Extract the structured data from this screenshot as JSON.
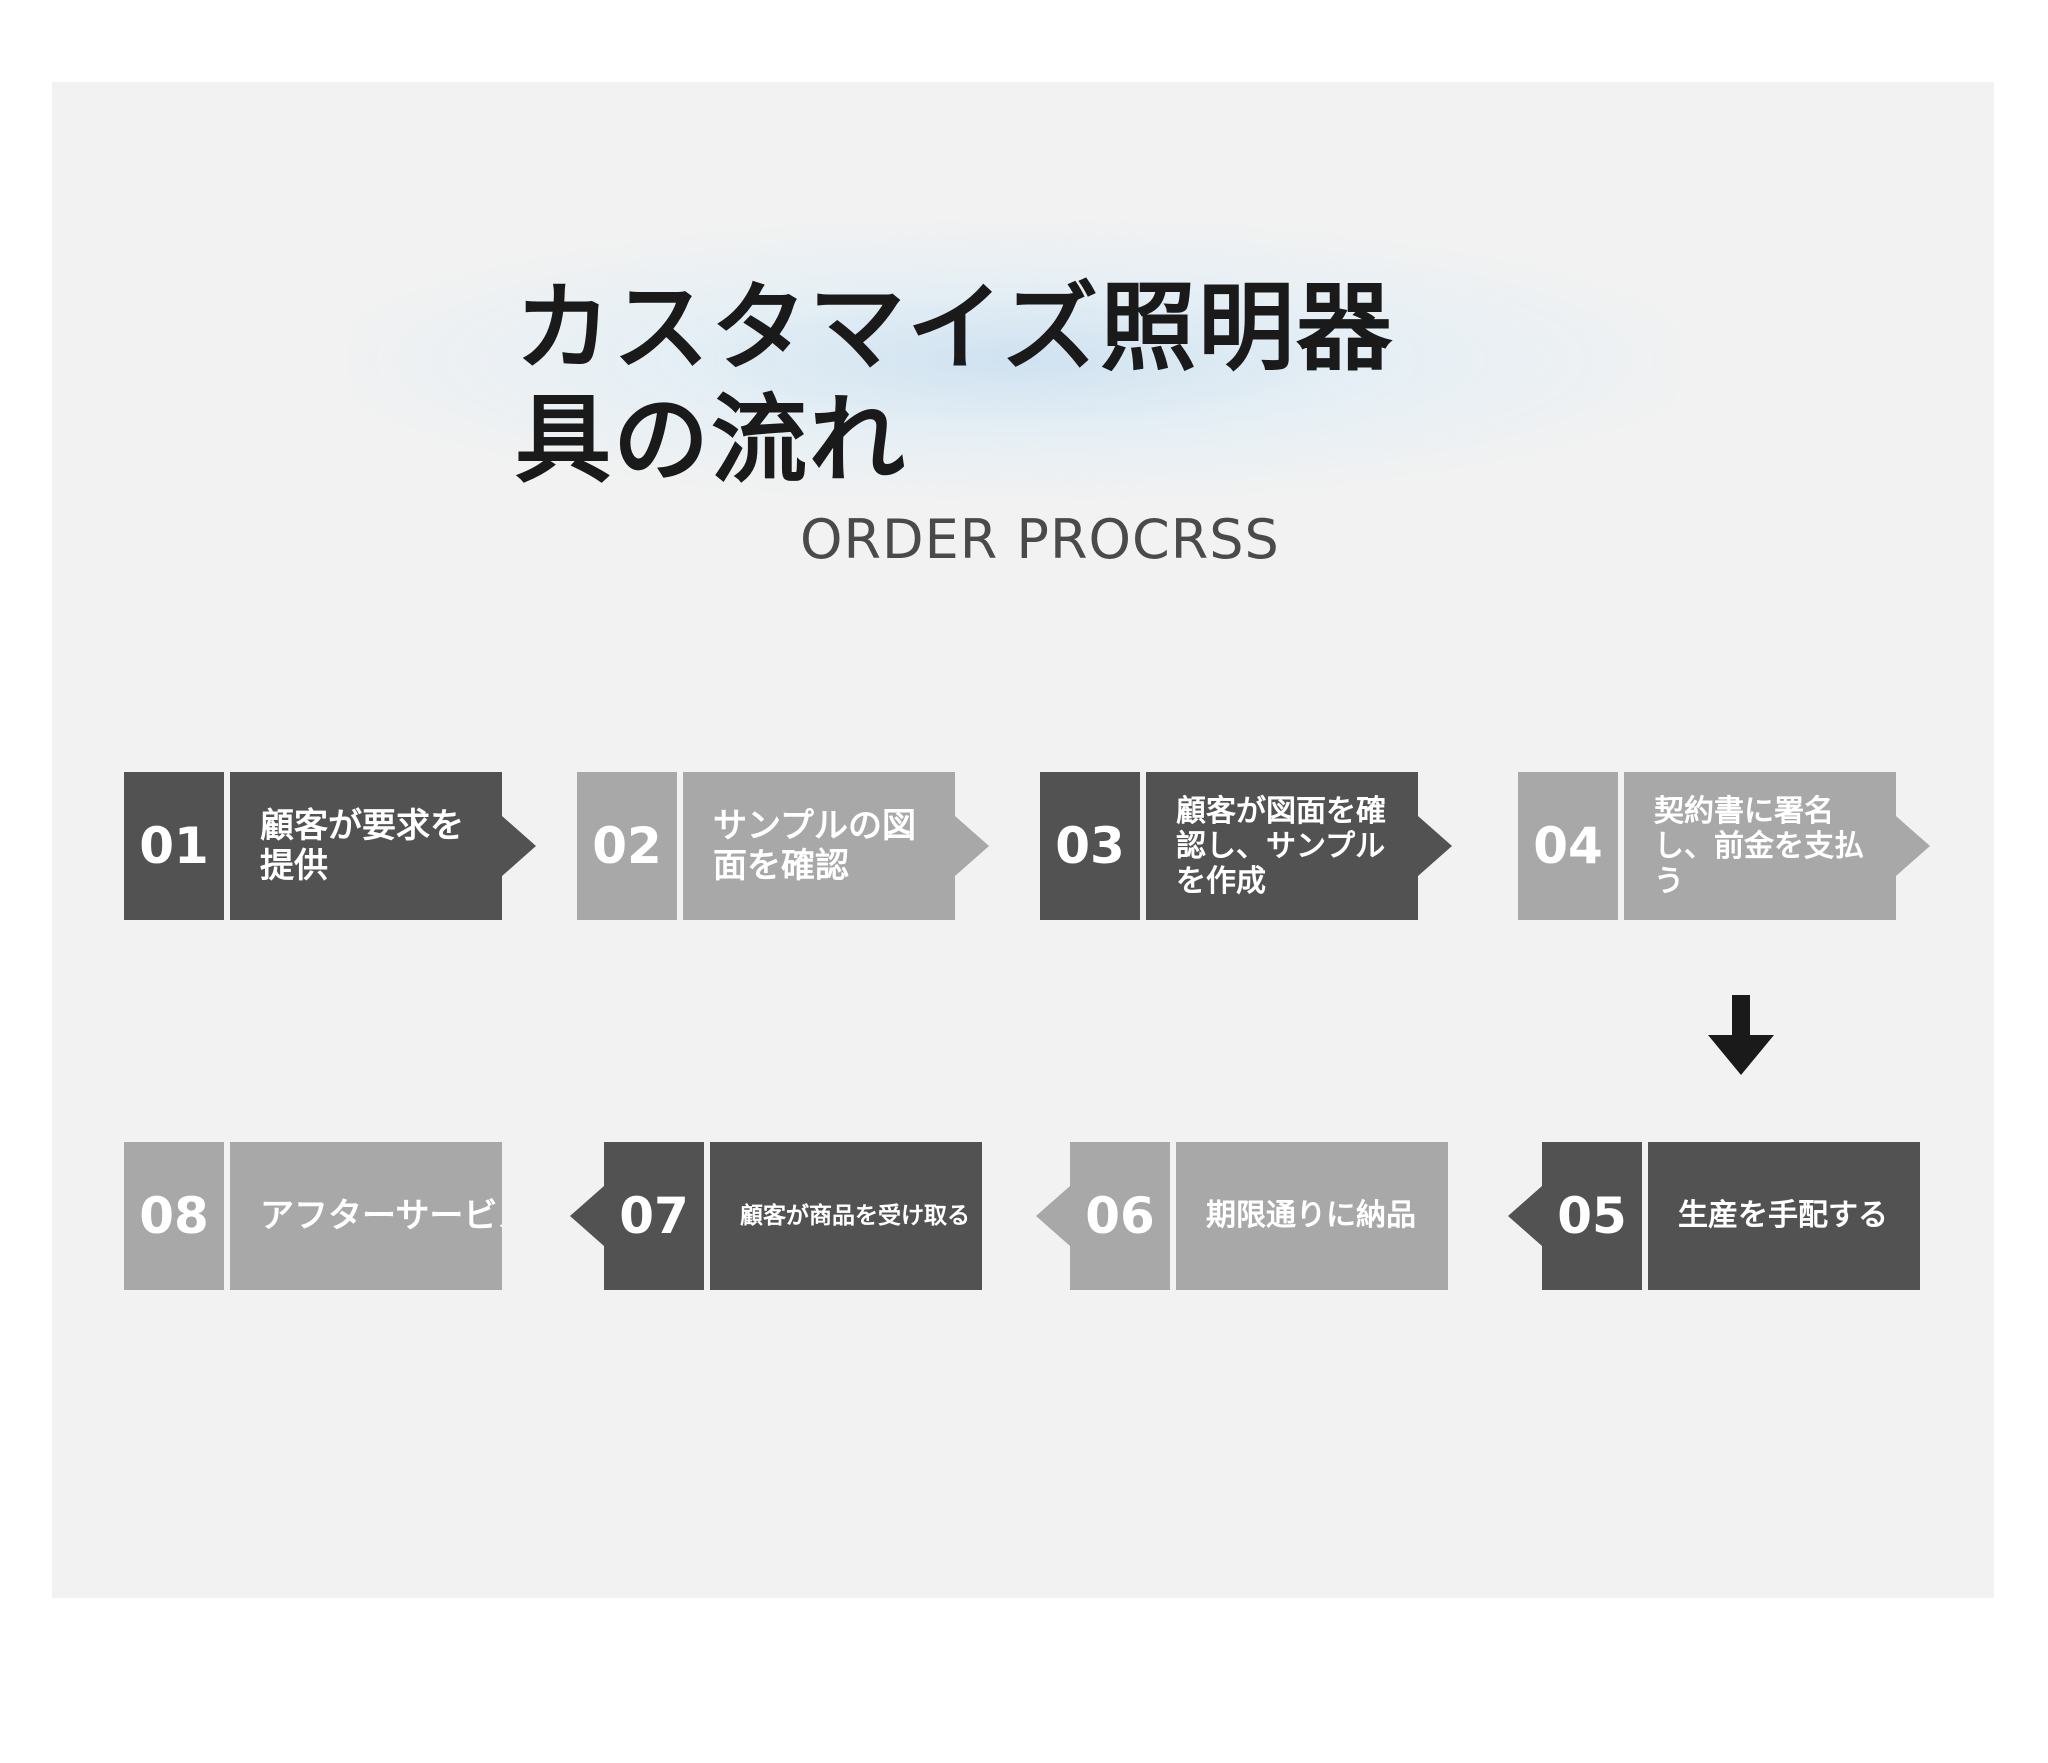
{
  "title": "カスタマイズ照明器具の流れ",
  "subtitle": "ORDER PROCRSS",
  "steps": [
    {
      "number": "01",
      "label": "顧客が要求を提供"
    },
    {
      "number": "02",
      "label": "サンプルの図面を確認"
    },
    {
      "number": "03",
      "label": "顧客が図面を確認し、サンプルを作成"
    },
    {
      "number": "04",
      "label": "契約書に署名し、前金を支払う"
    },
    {
      "number": "05",
      "label": "生産を手配する"
    },
    {
      "number": "06",
      "label": "期限通りに納品"
    },
    {
      "number": "07",
      "label": "顧客が商品を受け取る"
    },
    {
      "number": "08",
      "label": "アフターサービス"
    }
  ],
  "colors": {
    "dark_step": "#525252",
    "light_step": "#a8a8a8",
    "background": "#f2f2f2",
    "flow_arrow": "#1a1a1a"
  },
  "icons": {
    "flow_arrow": "arrow-down-icon"
  }
}
